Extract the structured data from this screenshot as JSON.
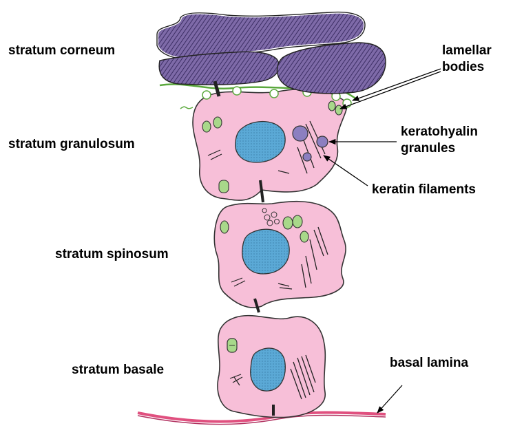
{
  "labels": {
    "stratum_corneum": "stratum corneum",
    "stratum_granulosum": "stratum granulosum",
    "stratum_spinosum": "stratum spinosum",
    "stratum_basale": "stratum basale",
    "lamellar_line1": "lamellar",
    "lamellar_line2": "bodies",
    "keratohyalin_line1": "keratohyalin",
    "keratohyalin_line2": "granules",
    "keratin_filaments": "keratin filaments",
    "basal_lamina": "basal lamina"
  },
  "colors": {
    "cell_fill": "#f7bfd8",
    "cell_stroke": "#333333",
    "nucleus_fill": "#5ba9d6",
    "corneum_fill": "#7e6aa8",
    "granule_fill": "#8c7fc0",
    "lamellar_stroke": "#5aa83c",
    "mito_fill": "#a8d88a",
    "basal_lamina": "#e0507f"
  }
}
